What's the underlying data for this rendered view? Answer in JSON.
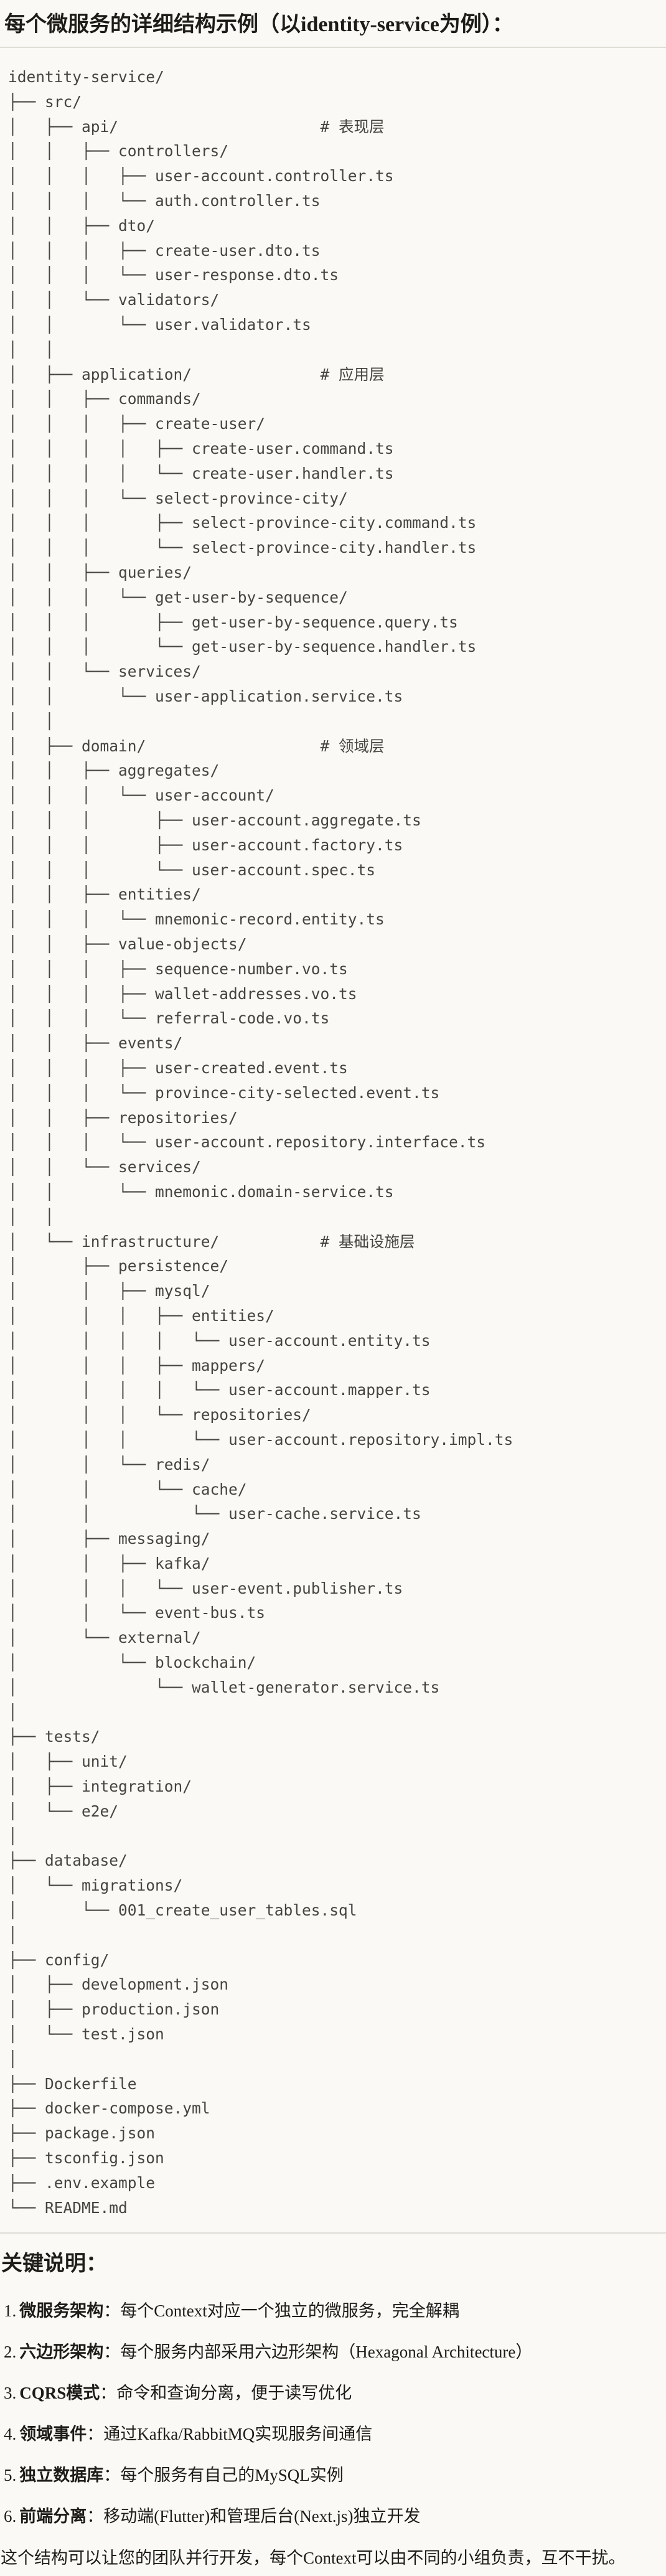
{
  "title": "每个微服务的详细结构示例（以identity-service为例）：",
  "tree": {
    "comment_color": "#45443F",
    "lines": [
      "identity-service/",
      "├── src/",
      "│   ├── api/                      # 表现层",
      "│   │   ├── controllers/",
      "│   │   │   ├── user-account.controller.ts",
      "│   │   │   └── auth.controller.ts",
      "│   │   ├── dto/",
      "│   │   │   ├── create-user.dto.ts",
      "│   │   │   └── user-response.dto.ts",
      "│   │   └── validators/",
      "│   │       └── user.validator.ts",
      "│   │",
      "│   ├── application/              # 应用层",
      "│   │   ├── commands/",
      "│   │   │   ├── create-user/",
      "│   │   │   │   ├── create-user.command.ts",
      "│   │   │   │   └── create-user.handler.ts",
      "│   │   │   └── select-province-city/",
      "│   │   │       ├── select-province-city.command.ts",
      "│   │   │       └── select-province-city.handler.ts",
      "│   │   ├── queries/",
      "│   │   │   └── get-user-by-sequence/",
      "│   │   │       ├── get-user-by-sequence.query.ts",
      "│   │   │       └── get-user-by-sequence.handler.ts",
      "│   │   └── services/",
      "│   │       └── user-application.service.ts",
      "│   │",
      "│   ├── domain/                   # 领域层",
      "│   │   ├── aggregates/",
      "│   │   │   └── user-account/",
      "│   │   │       ├── user-account.aggregate.ts",
      "│   │   │       ├── user-account.factory.ts",
      "│   │   │       └── user-account.spec.ts",
      "│   │   ├── entities/",
      "│   │   │   └── mnemonic-record.entity.ts",
      "│   │   ├── value-objects/",
      "│   │   │   ├── sequence-number.vo.ts",
      "│   │   │   ├── wallet-addresses.vo.ts",
      "│   │   │   └── referral-code.vo.ts",
      "│   │   ├── events/",
      "│   │   │   ├── user-created.event.ts",
      "│   │   │   └── province-city-selected.event.ts",
      "│   │   ├── repositories/",
      "│   │   │   └── user-account.repository.interface.ts",
      "│   │   └── services/",
      "│   │       └── mnemonic.domain-service.ts",
      "│   │",
      "│   └── infrastructure/           # 基础设施层",
      "│       ├── persistence/",
      "│       │   ├── mysql/",
      "│       │   │   ├── entities/",
      "│       │   │   │   └── user-account.entity.ts",
      "│       │   │   ├── mappers/",
      "│       │   │   │   └── user-account.mapper.ts",
      "│       │   │   └── repositories/",
      "│       │   │       └── user-account.repository.impl.ts",
      "│       │   └── redis/",
      "│       │       └── cache/",
      "│       │           └── user-cache.service.ts",
      "│       ├── messaging/",
      "│       │   ├── kafka/",
      "│       │   │   └── user-event.publisher.ts",
      "│       │   └── event-bus.ts",
      "│       └── external/",
      "│           └── blockchain/",
      "│               └── wallet-generator.service.ts",
      "│",
      "├── tests/",
      "│   ├── unit/",
      "│   ├── integration/",
      "│   └── e2e/",
      "│",
      "├── database/",
      "│   └── migrations/",
      "│       └── 001_create_user_tables.sql",
      "│",
      "├── config/",
      "│   ├── development.json",
      "│   ├── production.json",
      "│   └── test.json",
      "│",
      "├── Dockerfile",
      "├── docker-compose.yml",
      "├── package.json",
      "├── tsconfig.json",
      "├── .env.example",
      "└── README.md"
    ]
  },
  "notes": {
    "heading": "关键说明：",
    "items": [
      {
        "num": "1.",
        "term": "微服务架构",
        "desc": "：每个Context对应一个独立的微服务，完全解耦"
      },
      {
        "num": "2.",
        "term": "六边形架构",
        "desc": "：每个服务内部采用六边形架构（Hexagonal Architecture）"
      },
      {
        "num": "3.",
        "term": "CQRS模式",
        "desc": "：命令和查询分离，便于读写优化"
      },
      {
        "num": "4.",
        "term": "领域事件",
        "desc": "：通过Kafka/RabbitMQ实现服务间通信"
      },
      {
        "num": "5.",
        "term": "独立数据库",
        "desc": "：每个服务有自己的MySQL实例"
      },
      {
        "num": "6.",
        "term": "前端分离",
        "desc": "：移动端(Flutter)和管理后台(Next.js)独立开发"
      }
    ],
    "closing": "这个结构可以让您的团队并行开发，每个Context可以由不同的小组负责，互不干扰。"
  }
}
